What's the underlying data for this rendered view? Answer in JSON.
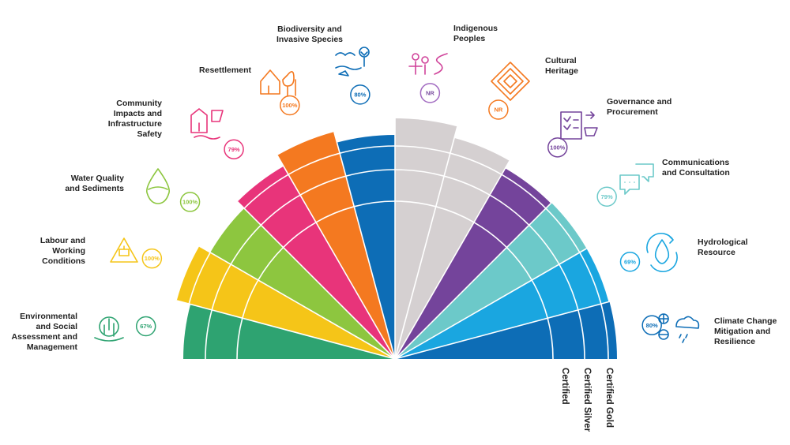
{
  "chart_data": {
    "type": "radial-bar",
    "levels": [
      "Certified",
      "Certified Silver",
      "Certified Gold"
    ],
    "categories": [
      {
        "label": [
          "Environmental",
          "and Social",
          "Assessment and",
          "Management"
        ],
        "score": "67%",
        "color": "#2ea371",
        "icon": "environment-icon"
      },
      {
        "label": [
          "Labour and",
          "Working",
          "Conditions"
        ],
        "score": "100%",
        "color": "#f5c518",
        "icon": "warning-triangle-icon"
      },
      {
        "label": [
          "Water Quality",
          "and Sediments"
        ],
        "score": "100%",
        "color": "#8dc63f",
        "icon": "water-drop-icon"
      },
      {
        "label": [
          "Community",
          "Impacts and",
          "Infrastructure",
          "Safety"
        ],
        "score": "79%",
        "color": "#e8347a",
        "icon": "community-icon"
      },
      {
        "label": [
          "Resettlement"
        ],
        "score": "100%",
        "color": "#f47920",
        "icon": "house-trees-icon"
      },
      {
        "label": [
          "Biodiversity and",
          "Invasive Species"
        ],
        "score": "80%",
        "color": "#0d6db6",
        "icon": "fish-bird-tree-icon"
      },
      {
        "label": [
          "Indigenous",
          "Peoples"
        ],
        "score": "NR",
        "color": "#d5d0d1",
        "icon": "people-path-icon"
      },
      {
        "label": [
          "Cultural",
          "Heritage"
        ],
        "score": "NR",
        "color": "#d5d0d1",
        "icon": "pattern-diamond-icon"
      },
      {
        "label": [
          "Governance and",
          "Procurement"
        ],
        "score": "100%",
        "color": "#74449b",
        "icon": "checklist-cart-icon"
      },
      {
        "label": [
          "Communications",
          "and Consultation"
        ],
        "score": "79%",
        "color": "#6cc9c9",
        "icon": "chat-bubbles-icon"
      },
      {
        "label": [
          "Hydrological",
          "Resource"
        ],
        "score": "69%",
        "color": "#1aa6e0",
        "icon": "water-cycle-icon"
      },
      {
        "label": [
          "Climate Change",
          "Mitigation and",
          "Resilience"
        ],
        "score": "80%",
        "color": "#0d6db6",
        "icon": "climate-cloud-icon"
      }
    ]
  }
}
